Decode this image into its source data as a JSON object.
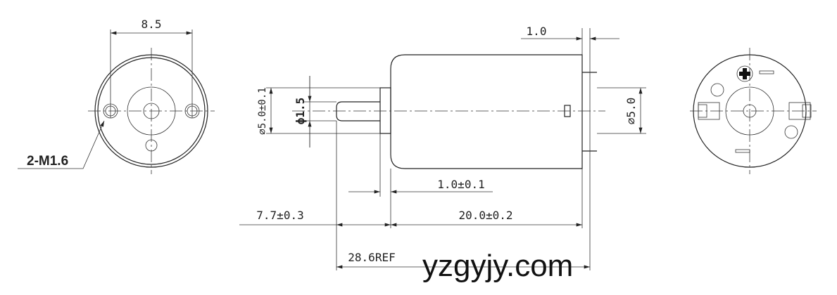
{
  "front_view": {
    "hole_pitch": "8.5",
    "thread_label": "2-M1.6"
  },
  "side_view": {
    "body_diameter": "⌀5.0±0.1",
    "shaft_diameter": "ϕ1.5",
    "terminal_offset": "1.0",
    "rear_diameter": "⌀5.0",
    "boss_length": "1.0±0.1",
    "shaft_length": "7.7±0.3",
    "body_length": "20.0±0.2",
    "overall_length": "28.6REF"
  },
  "watermark": "yzgyjy.com"
}
